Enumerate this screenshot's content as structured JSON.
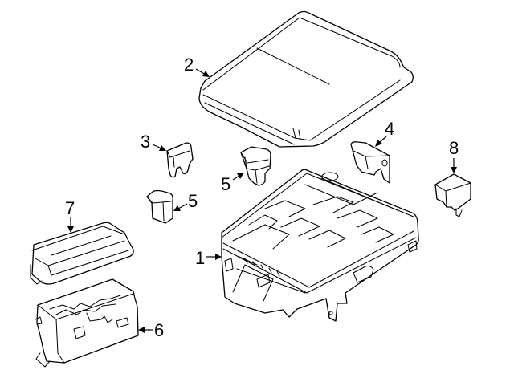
{
  "diagram": {
    "kind": "exploded parts diagram",
    "line_color": "#000000",
    "background": "#ffffff",
    "callouts": [
      {
        "number": "1"
      },
      {
        "number": "2"
      },
      {
        "number": "3"
      },
      {
        "number": "4"
      },
      {
        "number": "5"
      },
      {
        "number": "5"
      },
      {
        "number": "6"
      },
      {
        "number": "7"
      },
      {
        "number": "8"
      }
    ]
  }
}
